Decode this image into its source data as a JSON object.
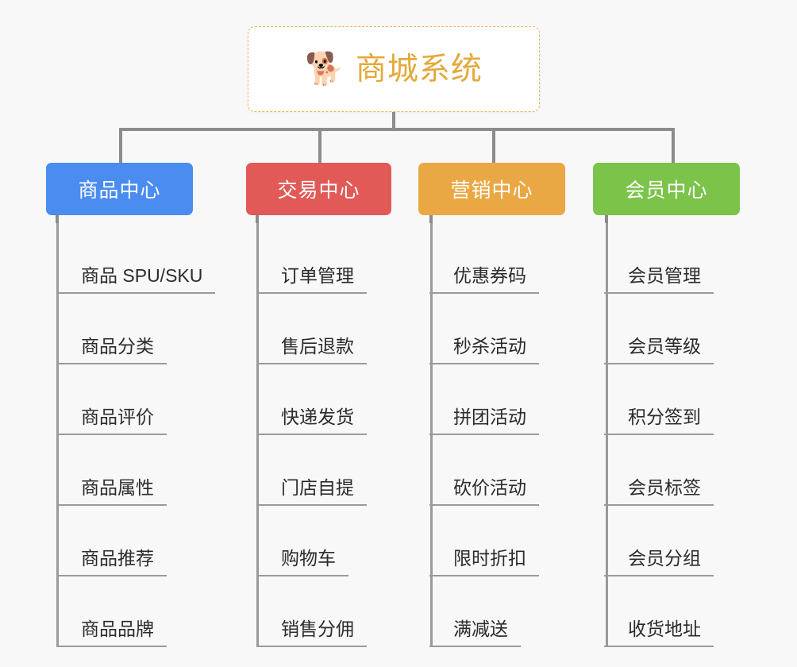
{
  "background_color": "#f8f8f8",
  "root": {
    "icon": "shiba-dog-emoji",
    "emoji": "🐕",
    "title": "商城系统",
    "border_color": "#e8b863",
    "text_color": "#e3a93a"
  },
  "connector_color": "#8c8c8c",
  "categories": [
    {
      "label": "商品中心",
      "color": "#4a8cf0",
      "items": [
        "商品 SPU/SKU",
        "商品分类",
        "商品评价",
        "商品属性",
        "商品推荐",
        "商品品牌"
      ]
    },
    {
      "label": "交易中心",
      "color": "#e15a58",
      "items": [
        "订单管理",
        "售后退款",
        "快递发货",
        "门店自提",
        "购物车",
        "销售分佣"
      ]
    },
    {
      "label": "营销中心",
      "color": "#eaa844",
      "items": [
        "优惠券码",
        "秒杀活动",
        "拼团活动",
        "砍价活动",
        "限时折扣",
        "满减送"
      ]
    },
    {
      "label": "会员中心",
      "color": "#7cc34a",
      "items": [
        "会员管理",
        "会员等级",
        "积分签到",
        "会员标签",
        "会员分组",
        "收货地址"
      ]
    }
  ]
}
